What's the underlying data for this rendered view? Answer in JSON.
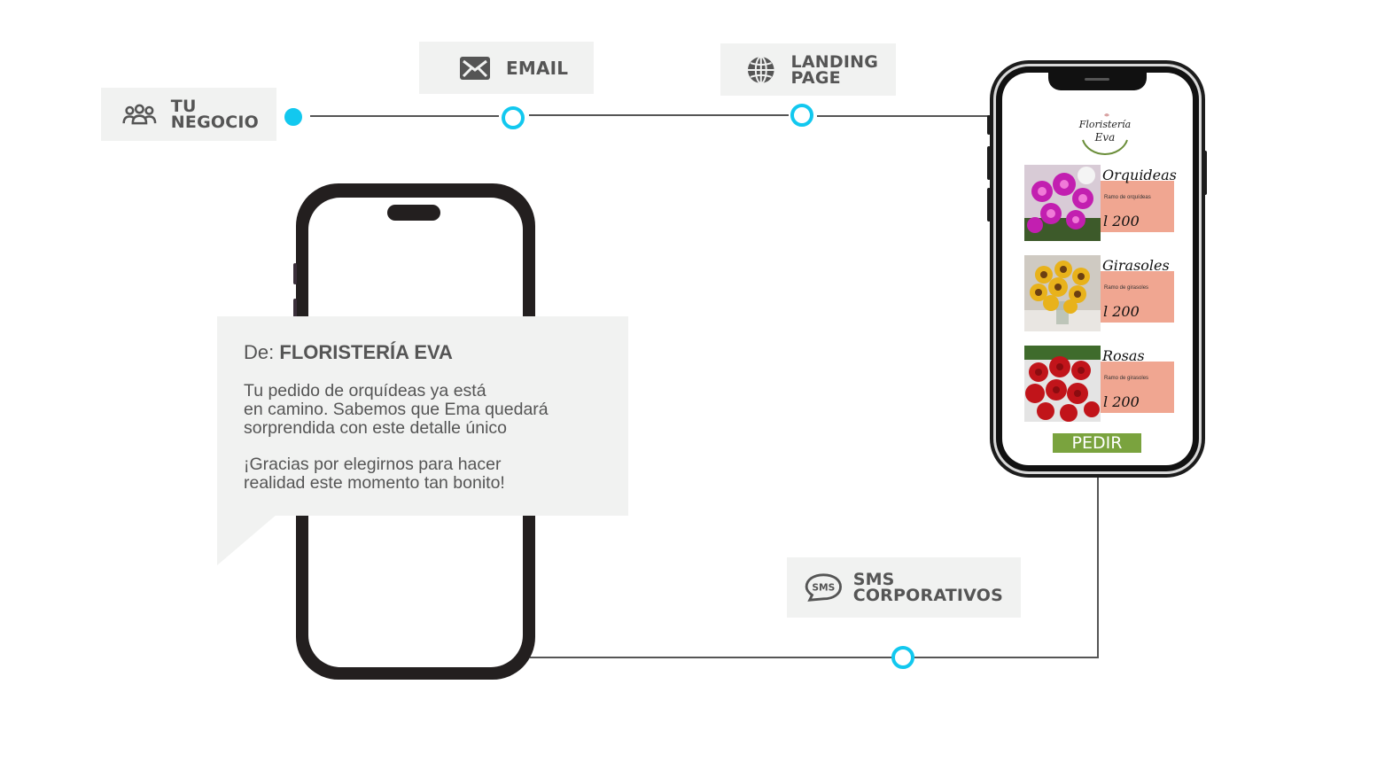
{
  "steps": [
    {
      "id": "tu-negocio",
      "icon": "group-icon",
      "line1": "TU",
      "line2": "NEGOCIO"
    },
    {
      "id": "email",
      "icon": "envelope-icon",
      "line1": "EMAIL",
      "line2": ""
    },
    {
      "id": "landing-page",
      "icon": "globe-icon",
      "line1": "LANDING",
      "line2": "PAGE"
    },
    {
      "id": "sms",
      "icon": "sms-bubble-icon",
      "line1": "SMS",
      "line2": "CORPORATIVOS"
    }
  ],
  "message": {
    "from_prefix": "De:",
    "from_name": "FLORISTERÍA EVA",
    "paragraph1": [
      "Tu pedido de orquídeas ya está",
      "en camino. Sabemos que Ema quedará",
      "sorprendida con este detalle único"
    ],
    "paragraph2": [
      "¡Gracias por elegirnos para hacer",
      "realidad este momento tan bonito!"
    ]
  },
  "landing": {
    "logo_line1": "Floristería",
    "logo_line2": "Eva",
    "products": [
      {
        "name": "Orquideas",
        "desc": "Ramo de orquídeas",
        "price": "l 200",
        "image": "orchid-photo"
      },
      {
        "name": "Girasoles",
        "desc": "Ramo de girasoles",
        "price": "l 200",
        "image": "sunflower-photo"
      },
      {
        "name": "Rosas",
        "desc": "Ramo de girasoles",
        "price": "l 200",
        "image": "roses-photo"
      }
    ],
    "button_label": "PEDIR",
    "button_color": "#7aa33e",
    "card_color": "#f0a691"
  },
  "colors": {
    "accent": "#12c8ef",
    "label_bg": "#f1f2f1",
    "phone_frame": "#231f1f"
  }
}
